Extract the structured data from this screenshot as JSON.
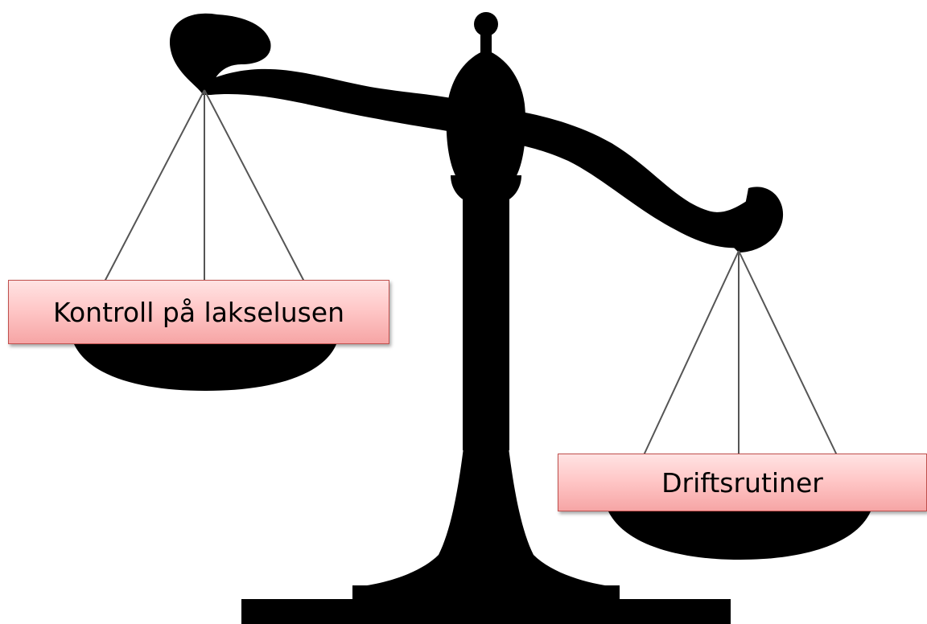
{
  "diagram": {
    "type": "balance-scale",
    "tilt": "left-side-up",
    "silhouette_color": "#000000",
    "string_color": "#555555",
    "label_fill": "#ffc8c8",
    "label_border": "#c0504d"
  },
  "labels": {
    "left_pan": "Kontroll på lakselusen",
    "right_pan": "Driftsrutiner"
  }
}
